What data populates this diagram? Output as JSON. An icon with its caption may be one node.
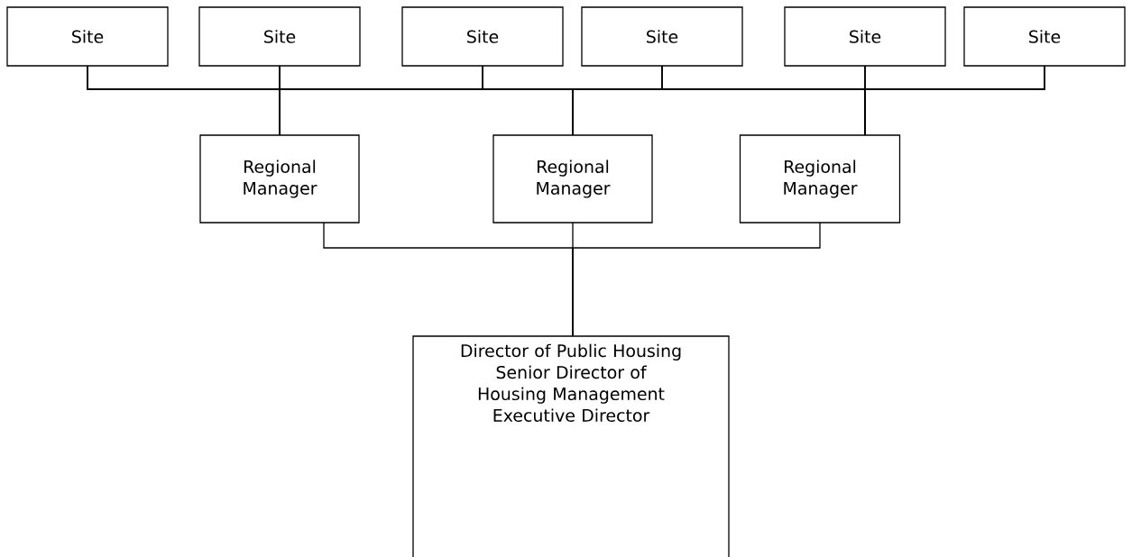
{
  "diagram": {
    "nodes": [
      {
        "text": [
          "Site"
        ]
      },
      {
        "text": [
          "Site"
        ]
      },
      {
        "text": [
          "Site"
        ]
      },
      {
        "text": [
          "Site"
        ]
      },
      {
        "text": [
          "Site"
        ]
      },
      {
        "text": [
          "Site"
        ]
      },
      {
        "text": [
          "Regional Manager"
        ]
      },
      {
        "text": [
          "Regional Manager"
        ]
      },
      {
        "text": [
          "Regional Manager"
        ]
      },
      {
        "text": [
          "Director of Public Housing",
          "Senior Director of Housing Management",
          "Executive Director"
        ]
      }
    ],
    "edges": [
      {
        "from": 0,
        "to": 6,
        "arrow": "none"
      },
      {
        "from": 0,
        "to": 7,
        "arrow": "none"
      },
      {
        "from": 0,
        "to": 8,
        "arrow": "none"
      },
      {
        "from": 1,
        "to": 6,
        "arrow": "none"
      },
      {
        "from": 1,
        "to": 7,
        "arrow": "none"
      },
      {
        "from": 1,
        "to": 8,
        "arrow": "none"
      },
      {
        "from": 2,
        "to": 6,
        "arrow": "none"
      },
      {
        "from": 2,
        "to": 7,
        "arrow": "none"
      },
      {
        "from": 2,
        "to": 8,
        "arrow": "none"
      },
      {
        "from": 3,
        "to": 6,
        "arrow": "none"
      },
      {
        "from": 3,
        "to": 7,
        "arrow": "none"
      },
      {
        "from": 3,
        "to": 8,
        "arrow": "none"
      },
      {
        "from": 4,
        "to": 6,
        "arrow": "none"
      },
      {
        "from": 4,
        "to": 7,
        "arrow": "none"
      },
      {
        "from": 4,
        "to": 8,
        "arrow": "none"
      },
      {
        "from": 5,
        "to": 6,
        "arrow": "none"
      },
      {
        "from": 5,
        "to": 7,
        "arrow": "none"
      },
      {
        "from": 5,
        "to": 8,
        "arrow": "none"
      },
      {
        "from": 6,
        "to": 9,
        "arrow": "none"
      },
      {
        "from": 7,
        "to": 9,
        "arrow": "none"
      },
      {
        "from": 8,
        "to": 9,
        "arrow": "none"
      }
    ]
  }
}
